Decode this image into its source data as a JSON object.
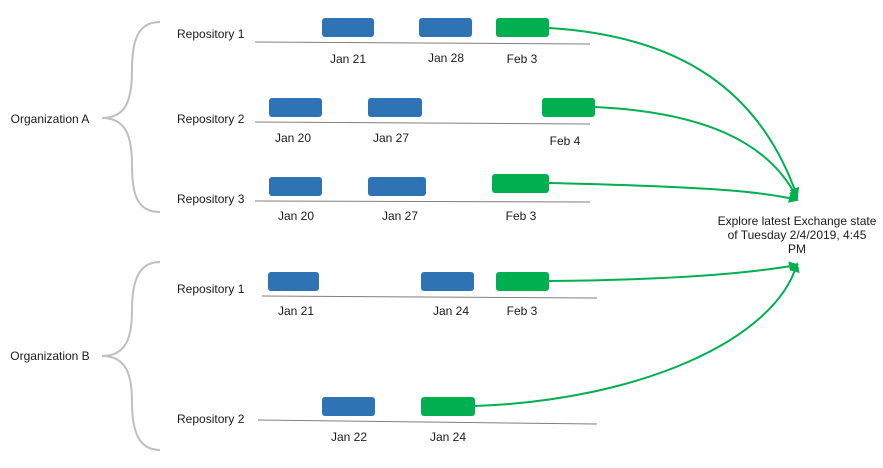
{
  "colors": {
    "snapshot": "#2e74b5",
    "latest": "#00b050",
    "axis": "#7f7f7f",
    "brace": "#bfbfbf",
    "text": "#1a1a1a"
  },
  "target": {
    "lines": [
      "Explore latest Exchange state",
      "of Tuesday 2/4/2019, 4:45",
      "PM"
    ]
  },
  "organizations": [
    {
      "name": "Organization A",
      "repositories": [
        {
          "name": "Repository 1",
          "snapshots": [
            {
              "date": "Jan 21",
              "latest": false
            },
            {
              "date": "Jan 28",
              "latest": false
            },
            {
              "date": "Feb 3",
              "latest": true
            }
          ]
        },
        {
          "name": "Repository 2",
          "snapshots": [
            {
              "date": "Jan 20",
              "latest": false
            },
            {
              "date": "Jan 27",
              "latest": false
            },
            {
              "date": "Feb 4",
              "latest": true
            }
          ]
        },
        {
          "name": "Repository 3",
          "snapshots": [
            {
              "date": "Jan 20",
              "latest": false
            },
            {
              "date": "Jan 27",
              "latest": false
            },
            {
              "date": "Feb 3",
              "latest": true
            }
          ]
        }
      ]
    },
    {
      "name": "Organization B",
      "repositories": [
        {
          "name": "Repository 1",
          "snapshots": [
            {
              "date": "Jan 21",
              "latest": false
            },
            {
              "date": "Jan 24",
              "latest": false
            },
            {
              "date": "Feb 3",
              "latest": true
            }
          ]
        },
        {
          "name": "Repository 2",
          "snapshots": [
            {
              "date": "Jan 22",
              "latest": false
            },
            {
              "date": "Jan 24",
              "latest": true
            }
          ]
        }
      ]
    }
  ]
}
